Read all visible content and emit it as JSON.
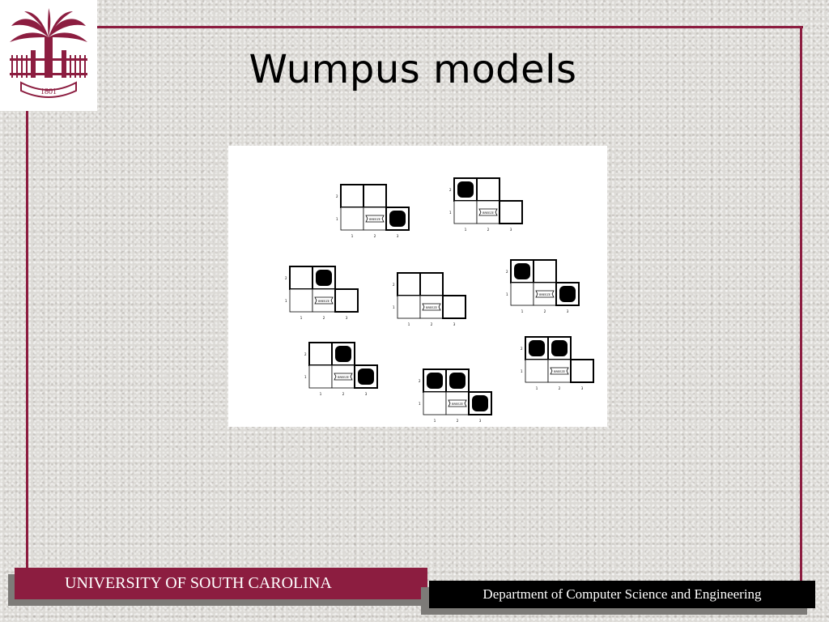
{
  "slide": {
    "title": "Wumpus models",
    "logo_icon": "university-palmetto-seal-icon",
    "logo_text": "1801"
  },
  "figure": {
    "description_icon": "wumpus-world-model-grids",
    "models": [
      {
        "row_labels": [
          "2",
          "1"
        ],
        "col_labels": [
          "1",
          "2",
          "3"
        ],
        "pits": [
          "3,1"
        ]
      },
      {
        "row_labels": [
          "2",
          "1"
        ],
        "col_labels": [
          "1",
          "2",
          "3"
        ],
        "pits": [
          "1,2"
        ]
      },
      {
        "row_labels": [
          "2",
          "1"
        ],
        "col_labels": [
          "1",
          "2",
          "3"
        ],
        "pits": [
          "2,2"
        ]
      },
      {
        "row_labels": [
          "2",
          "1"
        ],
        "col_labels": [
          "1",
          "2",
          "3"
        ],
        "pits": []
      },
      {
        "row_labels": [
          "2",
          "1"
        ],
        "col_labels": [
          "1",
          "2",
          "3"
        ],
        "pits": [
          "1,2",
          "3,1"
        ]
      },
      {
        "row_labels": [
          "2",
          "1"
        ],
        "col_labels": [
          "1",
          "2",
          "3"
        ],
        "pits": [
          "2,2",
          "3,1"
        ]
      },
      {
        "row_labels": [
          "2",
          "1"
        ],
        "col_labels": [
          "1",
          "2",
          "3"
        ],
        "pits": [
          "1,2",
          "2,2",
          "3,1"
        ]
      },
      {
        "row_labels": [
          "2",
          "1"
        ],
        "col_labels": [
          "1",
          "2",
          "3"
        ],
        "pits": [
          "1,2",
          "2,2"
        ]
      }
    ],
    "cell_marker": "BREEZE"
  },
  "footer": {
    "university": "UNIVERSITY OF SOUTH CAROLINA",
    "department": "Department of Computer Science and Engineering"
  },
  "colors": {
    "garnet": "#8c1d40",
    "black": "#000000",
    "white": "#ffffff"
  }
}
